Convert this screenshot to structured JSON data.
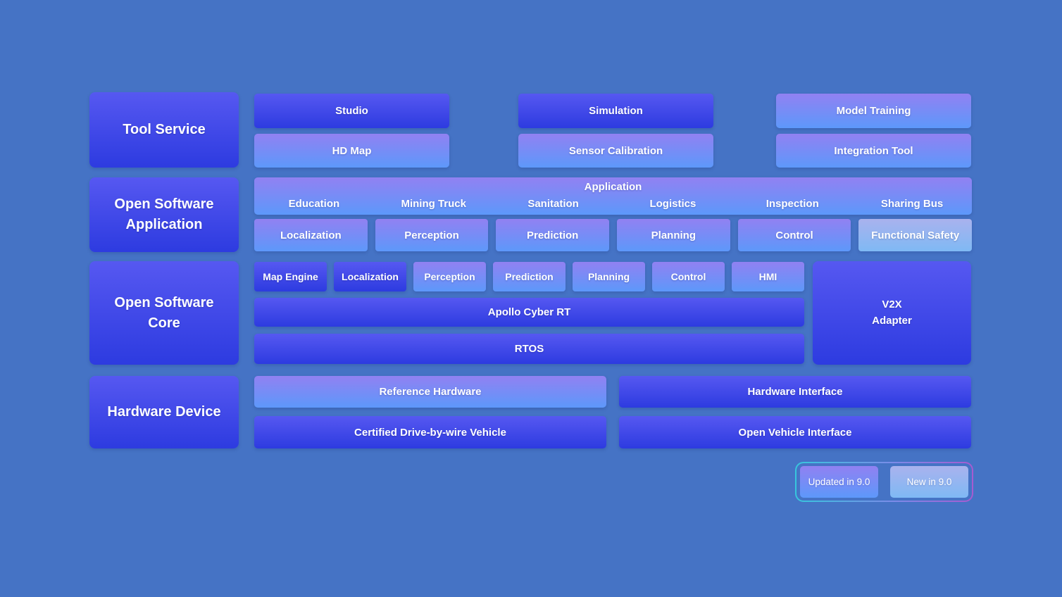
{
  "colors": {
    "background": "#4573c5",
    "box_dark_top": "#5658f1",
    "box_dark_bottom": "#2d3be0",
    "updated_top": "#9181f2",
    "updated_bottom": "#5d98fa",
    "new_top": "#a9b2ee",
    "new_bottom": "#7fb9f4",
    "legend_border_start": "#37c6dd",
    "legend_border_end": "#a65bd0",
    "text": "#ffffff"
  },
  "layers": {
    "tool_service": {
      "label": "Tool Service",
      "items_row1": [
        "Studio",
        "Simulation",
        "Model Training"
      ],
      "items_row2": [
        "HD Map",
        "Sensor Calibration",
        "Integration Tool"
      ]
    },
    "open_software_application": {
      "label": "Open Software Application",
      "application_title": "Application",
      "domains": [
        "Education",
        "Mining Truck",
        "Sanitation",
        "Logistics",
        "Inspection",
        "Sharing Bus"
      ],
      "modules": [
        "Localization",
        "Perception",
        "Prediction",
        "Planning",
        "Control",
        "Functional Safety"
      ]
    },
    "open_software_core": {
      "label": "Open Software Core",
      "modules": [
        "Map Engine",
        "Localization",
        "Perception",
        "Prediction",
        "Planning",
        "Control",
        "HMI"
      ],
      "middleware": "Apollo Cyber RT",
      "os": "RTOS",
      "v2x_line1": "V2X",
      "v2x_line2": "Adapter"
    },
    "hardware_device": {
      "label": "Hardware Device",
      "reference_hardware": "Reference Hardware",
      "hardware_interface": "Hardware Interface",
      "certified_vehicle": "Certified Drive-by-wire Vehicle",
      "open_vehicle_interface": "Open Vehicle Interface"
    }
  },
  "legend": {
    "updated_label": "Updated in 9.0",
    "new_label": "New in 9.0"
  }
}
